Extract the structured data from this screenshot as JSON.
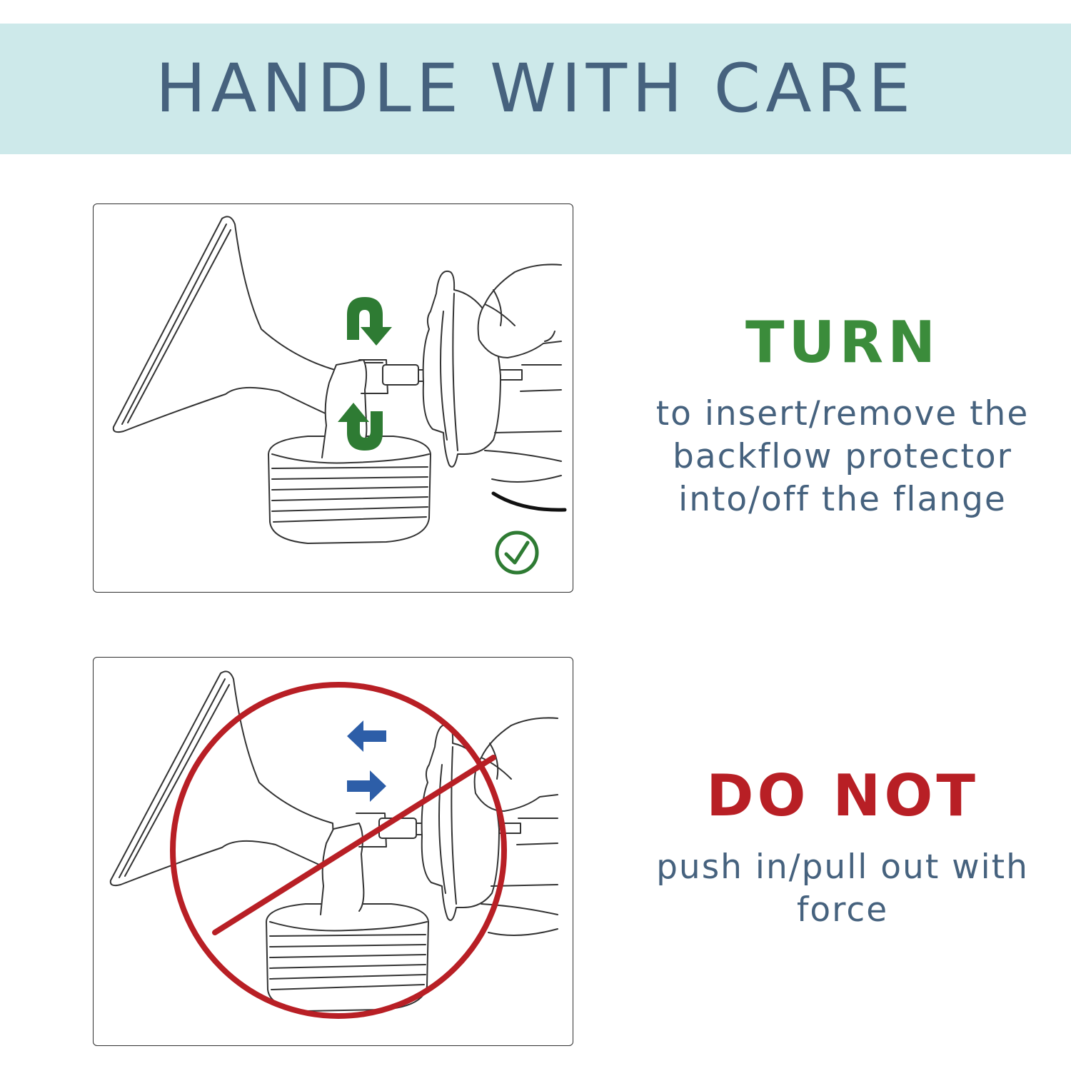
{
  "banner": {
    "title": "HANDLE WITH CARE",
    "background": "#cde9ea",
    "text_color": "#46627e"
  },
  "turn": {
    "heading": "TURN",
    "description": "to insert/remove the backflow protector into/off the flange",
    "color": "#3b8c3b",
    "status_icon": "check-circle-icon",
    "action_icon": "rotate-arrows-icon"
  },
  "do_not": {
    "heading": "DO NOT",
    "description": "push in/pull out with force",
    "color": "#b81f25",
    "status_icon": "prohibition-icon",
    "action_icon": "push-pull-arrows-icon",
    "arrow_color": "#2d5ea8"
  }
}
